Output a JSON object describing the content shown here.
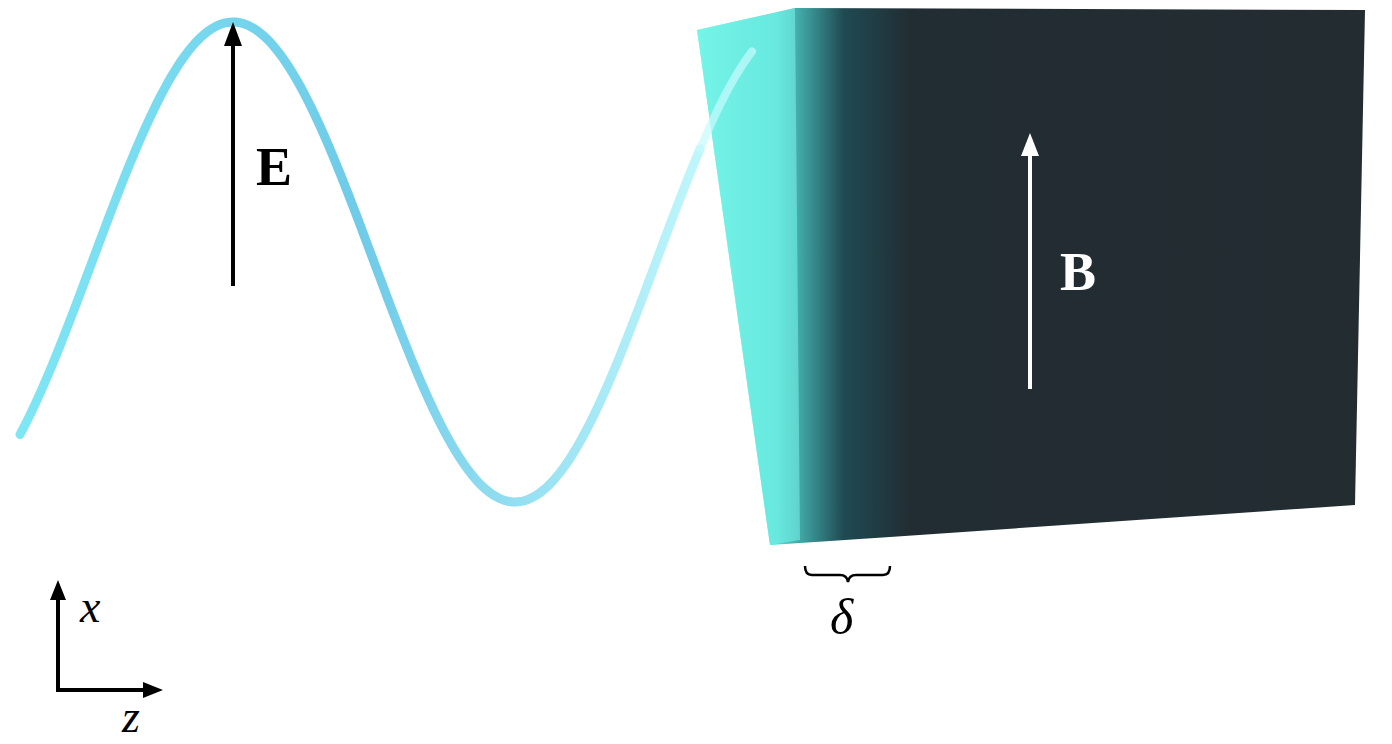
{
  "diagram": {
    "labels": [
      "E",
      "B",
      "δ",
      "x",
      "z"
    ]
  }
}
